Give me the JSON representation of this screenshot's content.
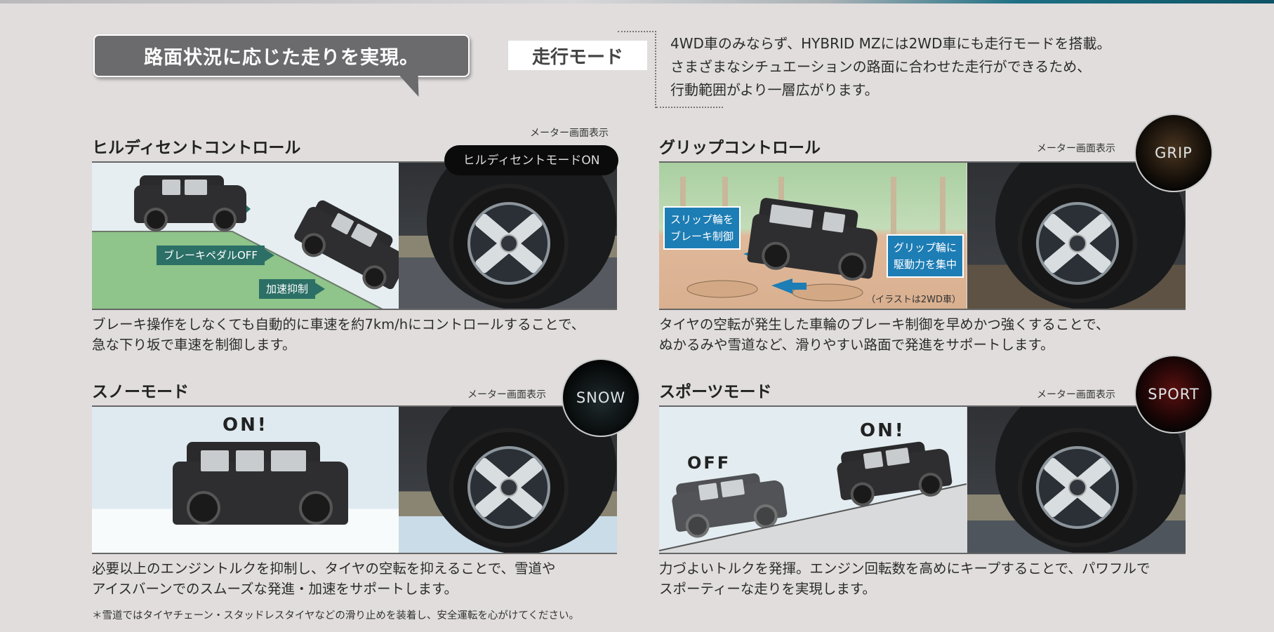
{
  "header": {
    "callout": "路面状況に応じた走りを実現。",
    "mode_label": "走行モード",
    "description": [
      "4WD車のみならず、HYBRID MZには2WD車にも走行モードを搭載。",
      "さまざまなシチュエーションの路面に合わせた走行ができるため、",
      "行動範囲がより一層広がります。"
    ]
  },
  "meter_label": "メーター画面表示",
  "sections": [
    {
      "title": "ヒルディセントコントロール",
      "meter_display": "ヒルディセントモードON",
      "tags": [
        "ブレーキペダルOFF",
        "加速抑制"
      ],
      "description": [
        "ブレーキ操作をしなくても自動的に車速を約7km/hにコントロールすることで、",
        "急な下り坂で車速を制御します。"
      ]
    },
    {
      "title": "グリップコントロール",
      "meter_display": "GRIP",
      "tags": [
        "スリップ輪を",
        "ブレーキ制御",
        "グリップ輪に",
        "駆動力を集中"
      ],
      "note": "（イラストは2WD車）",
      "description": [
        "タイヤの空転が発生した車輪のブレーキ制御を早めかつ強くすることで、",
        "ぬかるみや雪道など、滑りやすい路面で発進をサポートします。"
      ]
    },
    {
      "title": "スノーモード",
      "meter_display": "SNOW",
      "on_label": "ON!",
      "description": [
        "必要以上のエンジントルクを抑制し、タイヤの空転を抑えることで、雪道や",
        "アイスバーンでのスムーズな発進・加速をサポートします。"
      ]
    },
    {
      "title": "スポーツモード",
      "meter_display": "SPORT",
      "off_label": "OFF",
      "on_label": "ON!",
      "description": [
        "力づよいトルクを発揮。エンジン回転数を高めにキープすることで、パワフルで",
        "スポーティーな走りを実現します。"
      ]
    }
  ],
  "footnote": "＊雪道ではタイヤチェーン・スタッドレスタイヤなどの滑り止めを装着し、安全運転を心がけてください。",
  "colors": {
    "background": "#e1dddd",
    "callout": "#6b6b6d",
    "tag_green": "#2b6f66",
    "tag_blue": "#1d7db5"
  }
}
